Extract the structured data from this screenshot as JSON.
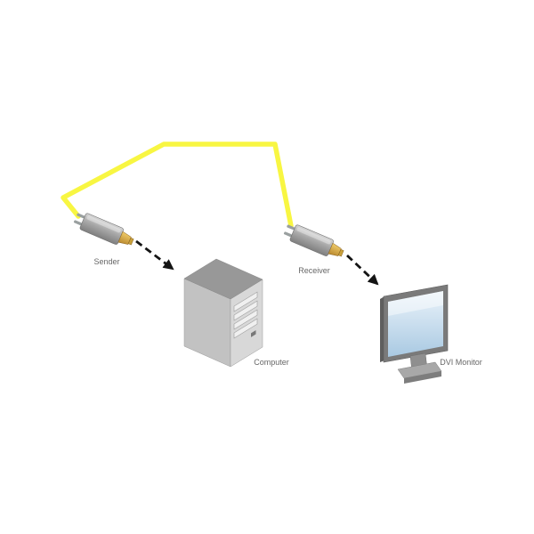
{
  "diagram": {
    "type": "connection-diagram",
    "labels": {
      "sender": "Sender",
      "receiver": "Receiver",
      "computer": "Computer",
      "monitor": "DVI Monitor"
    },
    "colors": {
      "cable": "#f8f642",
      "connector_gold": "#dfae46",
      "screen": "#a9c9e2",
      "label_text": "#676767",
      "arrow": "#141414"
    },
    "nodes": [
      {
        "id": "sender",
        "label": "Sender",
        "kind": "dvi-extender-dongle"
      },
      {
        "id": "receiver",
        "label": "Receiver",
        "kind": "dvi-extender-dongle"
      },
      {
        "id": "computer",
        "label": "Computer",
        "kind": "tower-pc"
      },
      {
        "id": "monitor",
        "label": "DVI Monitor",
        "kind": "flat-panel-display"
      }
    ],
    "connections": [
      {
        "from": "Sender",
        "to": "Receiver",
        "style": "yellow-cable"
      },
      {
        "from": "Sender",
        "to": "Computer",
        "style": "dashed-arrow"
      },
      {
        "from": "Receiver",
        "to": "DVI Monitor",
        "style": "dashed-arrow"
      }
    ]
  }
}
